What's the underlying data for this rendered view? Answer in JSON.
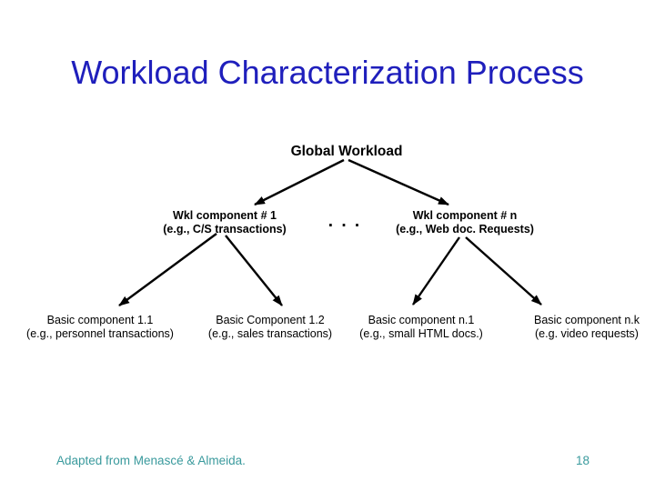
{
  "slide": {
    "title": "Workload Characterization Process"
  },
  "diagram": {
    "root_label": "Global Workload",
    "ellipsis": ". . .",
    "components": [
      {
        "label": "Wkl component # 1",
        "example": "(e.g., C/S transactions)"
      },
      {
        "label": "Wkl component # n",
        "example": "(e.g., Web doc. Requests)"
      }
    ],
    "basic_components": [
      {
        "label": "Basic component 1.1",
        "example": "(e.g., personnel transactions)"
      },
      {
        "label": "Basic Component 1.2",
        "example": "(e.g., sales transactions)"
      },
      {
        "label": "Basic component n.1",
        "example": "(e.g., small HTML docs.)"
      },
      {
        "label": "Basic component n.k",
        "example": "(e.g. video requests)"
      }
    ]
  },
  "footer": {
    "credit": "Adapted from Menascé & Almeida.",
    "page_number": "18"
  },
  "colors": {
    "title_blue": "#1f1fbc",
    "footer_teal": "#3a9a9d",
    "diagram_black": "#000000",
    "background": "#ffffff"
  }
}
